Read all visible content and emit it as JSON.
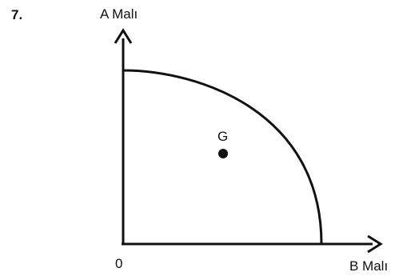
{
  "question": {
    "number": "7."
  },
  "diagram": {
    "y_axis_label": "A Malı",
    "x_axis_label": "B Malı",
    "origin_label": "0",
    "point_label": "G",
    "colors": {
      "stroke": "#111111",
      "background": "#ffffff"
    }
  }
}
